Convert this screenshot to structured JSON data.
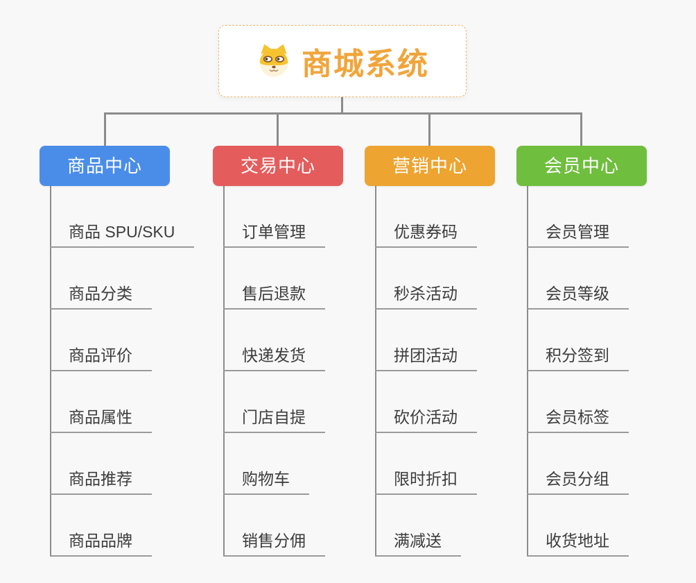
{
  "canvas": {
    "background": "#f8f8f8"
  },
  "root": {
    "title": "商城系统",
    "icon": "shiba-dog-face-icon",
    "text_color": "#f0a53c",
    "border_color": "#eeb86e"
  },
  "connector_color": "#8c8c8c",
  "leaf_text_color": "#3c3c3c",
  "leaf_line_color": "#9a9a9a",
  "branches": [
    {
      "id": "product-center",
      "label": "商品中心",
      "color": "#4a8de9",
      "leaves": [
        "商品 SPU/SKU",
        "商品分类",
        "商品评价",
        "商品属性",
        "商品推荐",
        "商品品牌"
      ]
    },
    {
      "id": "trade-center",
      "label": "交易中心",
      "color": "#e45c5c",
      "leaves": [
        "订单管理",
        "售后退款",
        "快递发货",
        "门店自提",
        "购物车",
        "销售分佣"
      ]
    },
    {
      "id": "marketing-center",
      "label": "营销中心",
      "color": "#eda430",
      "leaves": [
        "优惠券码",
        "秒杀活动",
        "拼团活动",
        "砍价活动",
        "限时折扣",
        "满减送"
      ]
    },
    {
      "id": "member-center",
      "label": "会员中心",
      "color": "#6fbe3e",
      "leaves": [
        "会员管理",
        "会员等级",
        "积分签到",
        "会员标签",
        "会员分组",
        "收货地址"
      ]
    }
  ]
}
